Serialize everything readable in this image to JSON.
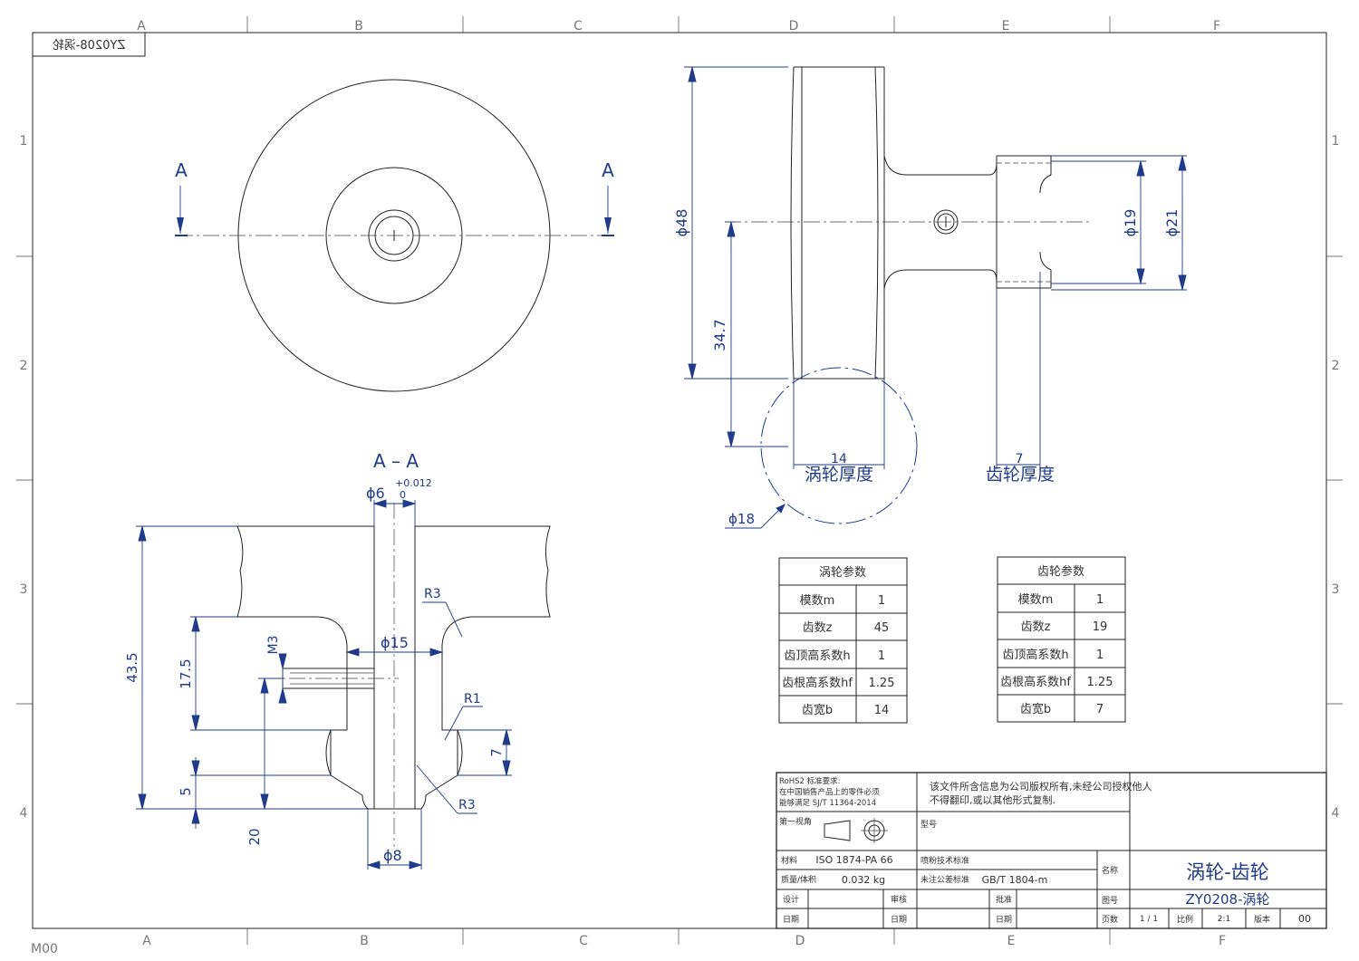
{
  "drawing": {
    "mirrored_tag": "ZY0208-涡轮",
    "corner_code": "M00",
    "zone_cols": [
      "A",
      "B",
      "C",
      "D",
      "E",
      "F"
    ],
    "zone_rows": [
      "1",
      "2",
      "3",
      "4"
    ]
  },
  "views": {
    "section_marker": "A",
    "section_title": "A – A",
    "dims": {
      "d48": "ϕ48",
      "d19": "ϕ19",
      "d21": "ϕ21",
      "l347": "34.7",
      "t14": "14",
      "t7": "7",
      "worm_thickness": "涡轮厚度",
      "gear_thickness": "齿轮厚度",
      "d18": "ϕ18",
      "d6": "ϕ6",
      "tol_up": "+0.012",
      "tol_low": "0",
      "r3a": "R3",
      "d15": "ϕ15",
      "m3": "M3",
      "l435": "43.5",
      "l175": "17.5",
      "l5": "5",
      "l20": "20",
      "r1": "R1",
      "l7": "7",
      "r3b": "R3",
      "d8": "ϕ8"
    }
  },
  "worm_params": {
    "title": "涡轮参数",
    "rows": [
      {
        "label": "模数m",
        "value": "1"
      },
      {
        "label": "齿数z",
        "value": "45"
      },
      {
        "label": "齿顶高系数h",
        "value": "1"
      },
      {
        "label": "齿根高系数hf",
        "value": "1.25"
      },
      {
        "label": "齿宽b",
        "value": "14"
      }
    ]
  },
  "gear_params": {
    "title": "齿轮参数",
    "rows": [
      {
        "label": "模数m",
        "value": "1"
      },
      {
        "label": "齿数z",
        "value": "19"
      },
      {
        "label": "齿顶高系数h",
        "value": "1"
      },
      {
        "label": "齿根高系数hf",
        "value": "1.25"
      },
      {
        "label": "齿宽b",
        "value": "7"
      }
    ]
  },
  "title_block": {
    "rohs_1": "RoHS2 标准要求:",
    "rohs_2": "在中国销售产品上的零件必须",
    "rohs_3": "能够满足 SJ/T 11364-2014",
    "copyright_1": "该文件所含信息为公司版权所有,未经公司授权他人",
    "copyright_2": "不得翻印,或以其他形式复制.",
    "projection_label": "第一视角",
    "model_label": "型号",
    "material_label": "材料",
    "material_value": "ISO 1874-PA 66",
    "spray_label": "喷粉技术标准",
    "mass_label": "质量/体积",
    "mass_value": "0.032 kg",
    "tolerance_label": "未注公差标准",
    "tolerance_value": "GB/T 1804-m",
    "name_label": "名称",
    "name_value": "涡轮-齿轮",
    "design_label": "设计",
    "review_label": "审核",
    "approve_label": "批准",
    "drawing_no_label": "图号",
    "drawing_no_value": "ZY0208-涡轮",
    "date_label_1": "日期",
    "date_label_2": "日期",
    "date_label_3": "日期",
    "page_label": "页数",
    "page_value": "1 / 1",
    "scale_label": "比例",
    "scale_value": "2:1",
    "version_label": "版本",
    "version_value": "00"
  }
}
